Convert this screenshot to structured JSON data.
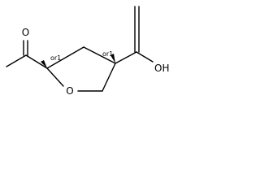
{
  "molecule": {
    "atoms": {
      "ketone_oxygen": "O",
      "ring_oxygen": "O",
      "acid_hydroxyl": "OH"
    },
    "stereo": {
      "left_center": "or1",
      "right_center": "or1"
    }
  },
  "colors": {
    "line": "#000000",
    "background": "#ffffff"
  }
}
